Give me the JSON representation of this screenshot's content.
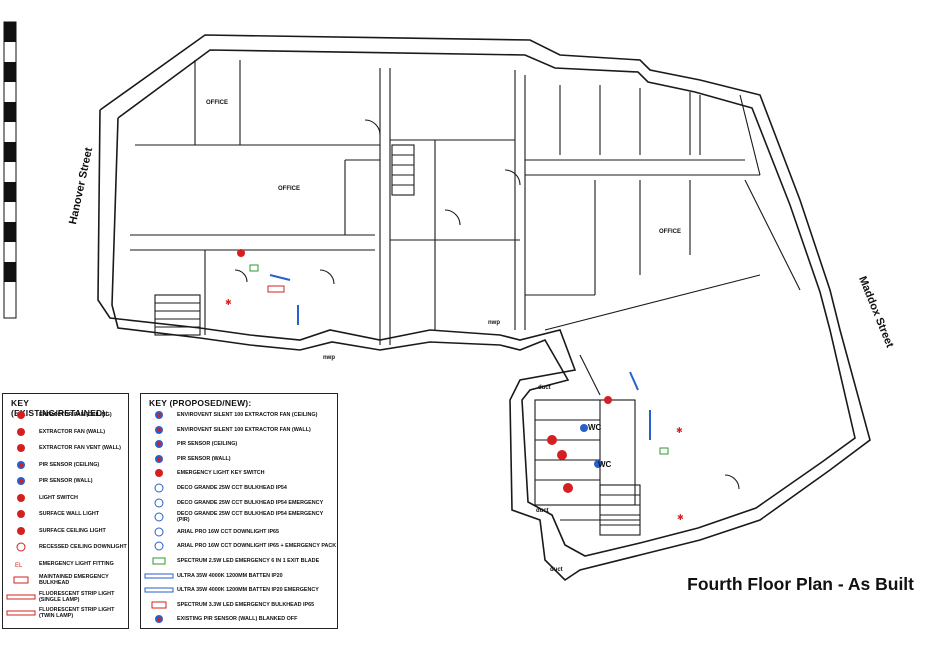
{
  "title": "Fourth Floor Plan - As Built",
  "streets": {
    "hanover": "Hanover Street",
    "maddox": "Maddox Street"
  },
  "rooms": {
    "office_1": "OFFICE",
    "office_2": "OFFICE",
    "office_3": "OFFICE",
    "wc_1": "WC",
    "wc_2": "WC"
  },
  "tags": {
    "nwp_1": "nwp",
    "nwp_2": "nwp",
    "duct_1": "duct",
    "duct_2": "duct",
    "duct_3": "duct"
  },
  "key_existing": {
    "heading": "KEY (EXISTING/RETAINED):",
    "items": [
      {
        "icon": "extractor-fan-ceiling-icon",
        "label": "EXTRACTOR FAN (CEILING)"
      },
      {
        "icon": "extractor-fan-wall-icon",
        "label": "EXTRACTOR FAN (WALL)"
      },
      {
        "icon": "extractor-fan-vent-icon",
        "label": "EXTRACTOR FAN VENT (WALL)"
      },
      {
        "icon": "pir-sensor-ceiling-icon",
        "label": "PIR SENSOR (CEILING)"
      },
      {
        "icon": "pir-sensor-wall-icon",
        "label": "PIR SENSOR (WALL)"
      },
      {
        "icon": "light-switch-icon",
        "label": "LIGHT SWITCH"
      },
      {
        "icon": "surface-wall-light-icon",
        "label": "SURFACE WALL LIGHT"
      },
      {
        "icon": "surface-ceiling-light-icon",
        "label": "SURFACE CEILING LIGHT"
      },
      {
        "icon": "recessed-downlight-icon",
        "label": "RECESSED CEILING DOWNLIGHT"
      },
      {
        "icon": "emergency-light-icon",
        "label": "EMERGENCY LIGHT FITTING"
      },
      {
        "icon": "maintained-bulkhead-icon",
        "label": "MAINTAINED EMERGENCY BULKHEAD"
      },
      {
        "icon": "strip-light-single-icon",
        "label": "FLUORESCENT STRIP LIGHT (SINGLE LAMP)"
      },
      {
        "icon": "strip-light-twin-icon",
        "label": "FLUORESCENT STRIP LIGHT (TWIN LAMP)"
      }
    ]
  },
  "key_proposed": {
    "heading": "KEY (PROPOSED/NEW):",
    "items": [
      {
        "icon": "envirovent-ceiling-icon",
        "label": "ENVIROVENT SILENT 100 EXTRACTOR FAN (CEILING)"
      },
      {
        "icon": "envirovent-wall-icon",
        "label": "ENVIROVENT SILENT 100 EXTRACTOR FAN (WALL)"
      },
      {
        "icon": "pir-ceiling-new-icon",
        "label": "PIR SENSOR (CEILING)"
      },
      {
        "icon": "pir-wall-new-icon",
        "label": "PIR SENSOR (WALL)"
      },
      {
        "icon": "emergency-key-switch-icon",
        "label": "EMERGENCY LIGHT KEY SWITCH"
      },
      {
        "icon": "deco-grande-icon",
        "label": "DECO GRANDE 25W CCT BULKHEAD IP54"
      },
      {
        "icon": "deco-grande-emergency-icon",
        "label": "DECO GRANDE 25W CCT BULKHEAD IP54 EMERGENCY"
      },
      {
        "icon": "deco-grande-emergency-pir-icon",
        "label": "DECO GRANDE 25W CCT BULKHEAD IP54 EMERGENCY (PIR)"
      },
      {
        "icon": "arial-pro-downlight-icon",
        "label": "ARIAL PRO 16W CCT DOWNLIGHT IP65"
      },
      {
        "icon": "arial-pro-emergency-icon",
        "label": "ARIAL PRO 16W CCT DOWNLIGHT IP65 + EMERGENCY PACK"
      },
      {
        "icon": "exit-blade-icon",
        "label": "SPECTRUM 2.5W LED EMERGENCY 6 IN 1 EXIT BLADE"
      },
      {
        "icon": "ultra-batten-icon",
        "label": "ULTRA 35W 4000K 1200MM BATTEN IP20"
      },
      {
        "icon": "ultra-batten-emergency-icon",
        "label": "ULTRA 35W 4000K 1200MM BATTEN IP20 EMERGENCY"
      },
      {
        "icon": "spectrum-bulkhead-icon",
        "label": "SPECTRUM 3.3W LED EMERGENCY BULKHEAD IP65"
      },
      {
        "icon": "pir-blanked-icon",
        "label": "EXISTING PIR SENSOR (WALL) BLANKED OFF"
      }
    ]
  },
  "colors": {
    "line": "#1a1a1a",
    "red": "#d42020",
    "blue": "#2a5fd0",
    "green": "#2e9a2e"
  }
}
